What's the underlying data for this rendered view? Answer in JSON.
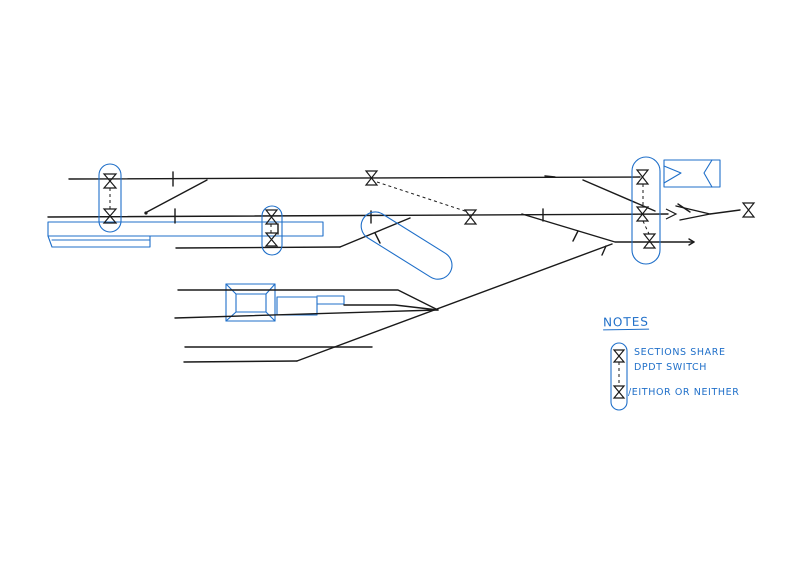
{
  "notes": {
    "title": "NOTES",
    "lines": [
      "SECTIONS SHARE",
      "DPDT SWITCH",
      "/EITHOR OR NEITHER"
    ]
  },
  "colors": {
    "ink": "#1a1a1a",
    "highlighter": "#1f6fc9",
    "paper": "#ffffff"
  },
  "icons": {
    "section_break": "bowtie-isolator-icon",
    "dpdt_group": "rounded-enclosure-icon"
  }
}
